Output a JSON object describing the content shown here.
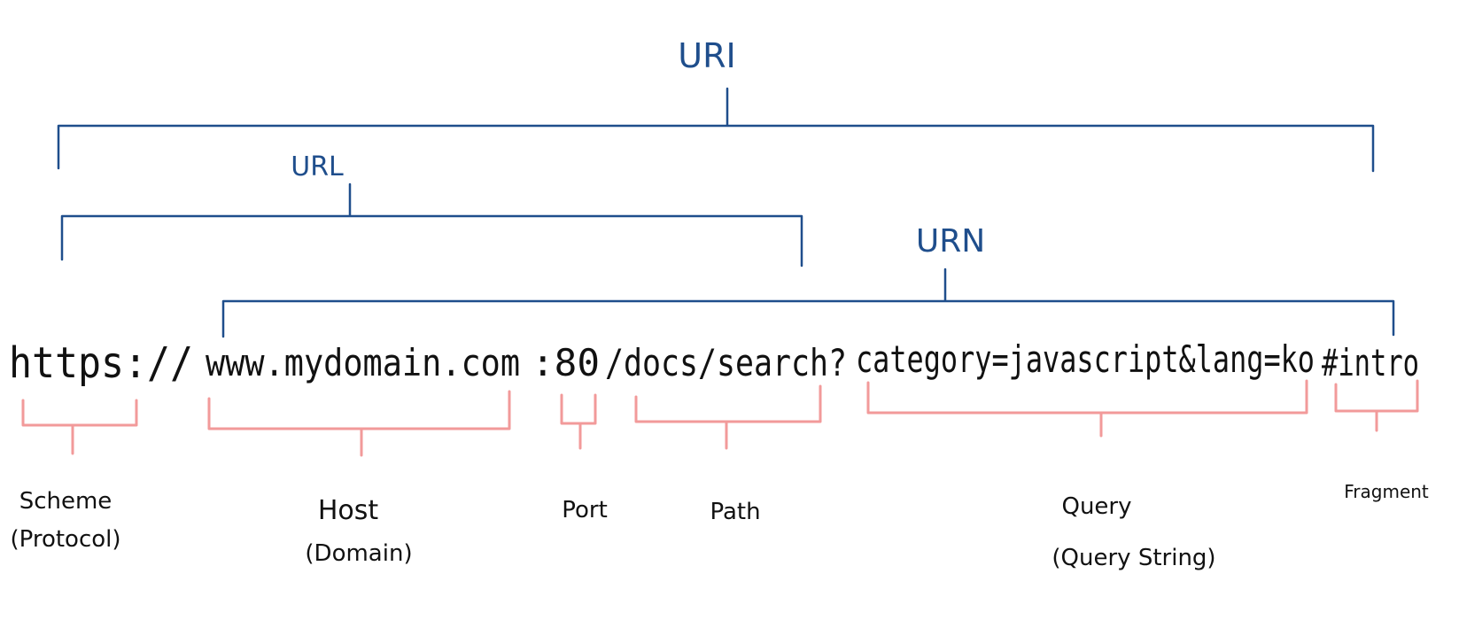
{
  "groups": {
    "uri": "URI",
    "url": "URL",
    "urn": "URN"
  },
  "url_parts": {
    "scheme": "https://",
    "host": "www.mydomain.com",
    "port": ":80",
    "path": "/docs/search?",
    "query": "category=javascript&lang=ko",
    "fragment": "#intro"
  },
  "labels": {
    "scheme_line1": "Scheme",
    "scheme_line2": "(Protocol)",
    "host_line1": "Host",
    "host_line2": "(Domain)",
    "port": "Port",
    "path": "Path",
    "query_line1": "Query",
    "query_line2": "(Query String)",
    "fragment": "Fragment"
  },
  "colors": {
    "group": "#1f4e8c",
    "component_bracket": "#f29a9a",
    "text": "#111111"
  }
}
